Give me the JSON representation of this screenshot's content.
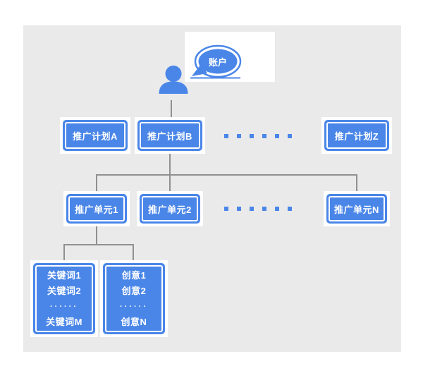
{
  "colors": {
    "accent_blue": "#4a86e8",
    "connector_gray": "#909090",
    "panel_gray": "#eaeaea",
    "card_white": "#ffffff",
    "label_text": "#ffffff"
  },
  "account": {
    "label": "账户"
  },
  "plans": {
    "items": [
      {
        "label": "推广计划A"
      },
      {
        "label": "推广计划B"
      },
      {
        "label": "推广计划Z"
      }
    ],
    "ellipsis_count": 6
  },
  "units": {
    "items": [
      {
        "label": "推广单元1"
      },
      {
        "label": "推广单元2"
      },
      {
        "label": "推广单元N"
      }
    ],
    "ellipsis_count": 6
  },
  "keywords": {
    "lines": [
      "关键词1",
      "关键词2",
      "······",
      "关键词M"
    ]
  },
  "creatives": {
    "lines": [
      "创意1",
      "创意2",
      "······",
      "创意N"
    ]
  }
}
